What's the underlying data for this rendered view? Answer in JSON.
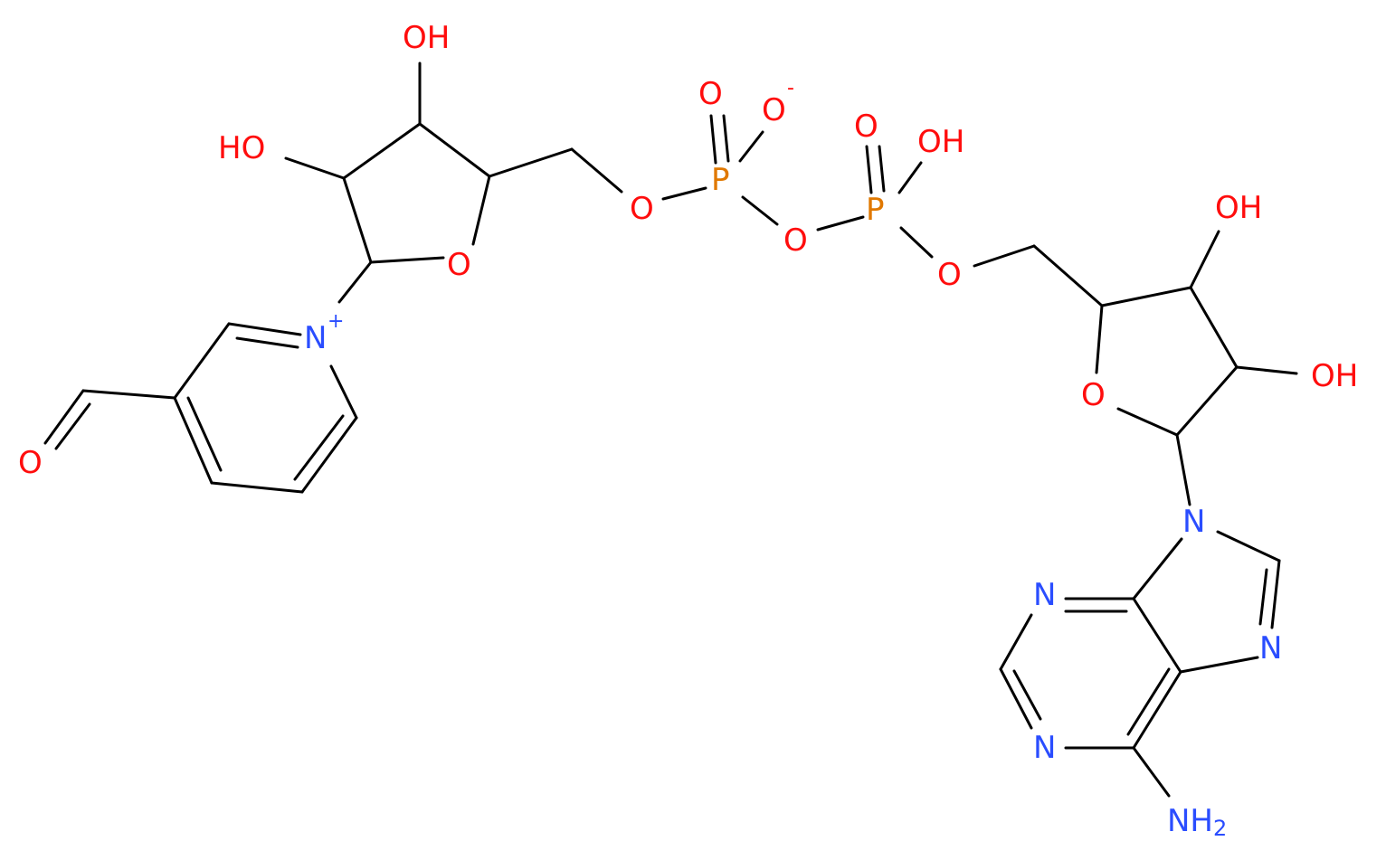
{
  "labels": {
    "hydroxyl": "OH",
    "hydroxyl_left": "HO",
    "oxygen": "O",
    "phosphorus": "P",
    "nitrogen": "N",
    "amine": "NH",
    "amine_sub": "2",
    "plus": "+",
    "minus": "-"
  },
  "colors": {
    "bond": "#000000",
    "oxygen": "#ff0d0d",
    "nitrogen": "#2a4dff",
    "phosphorus": "#e07800"
  }
}
